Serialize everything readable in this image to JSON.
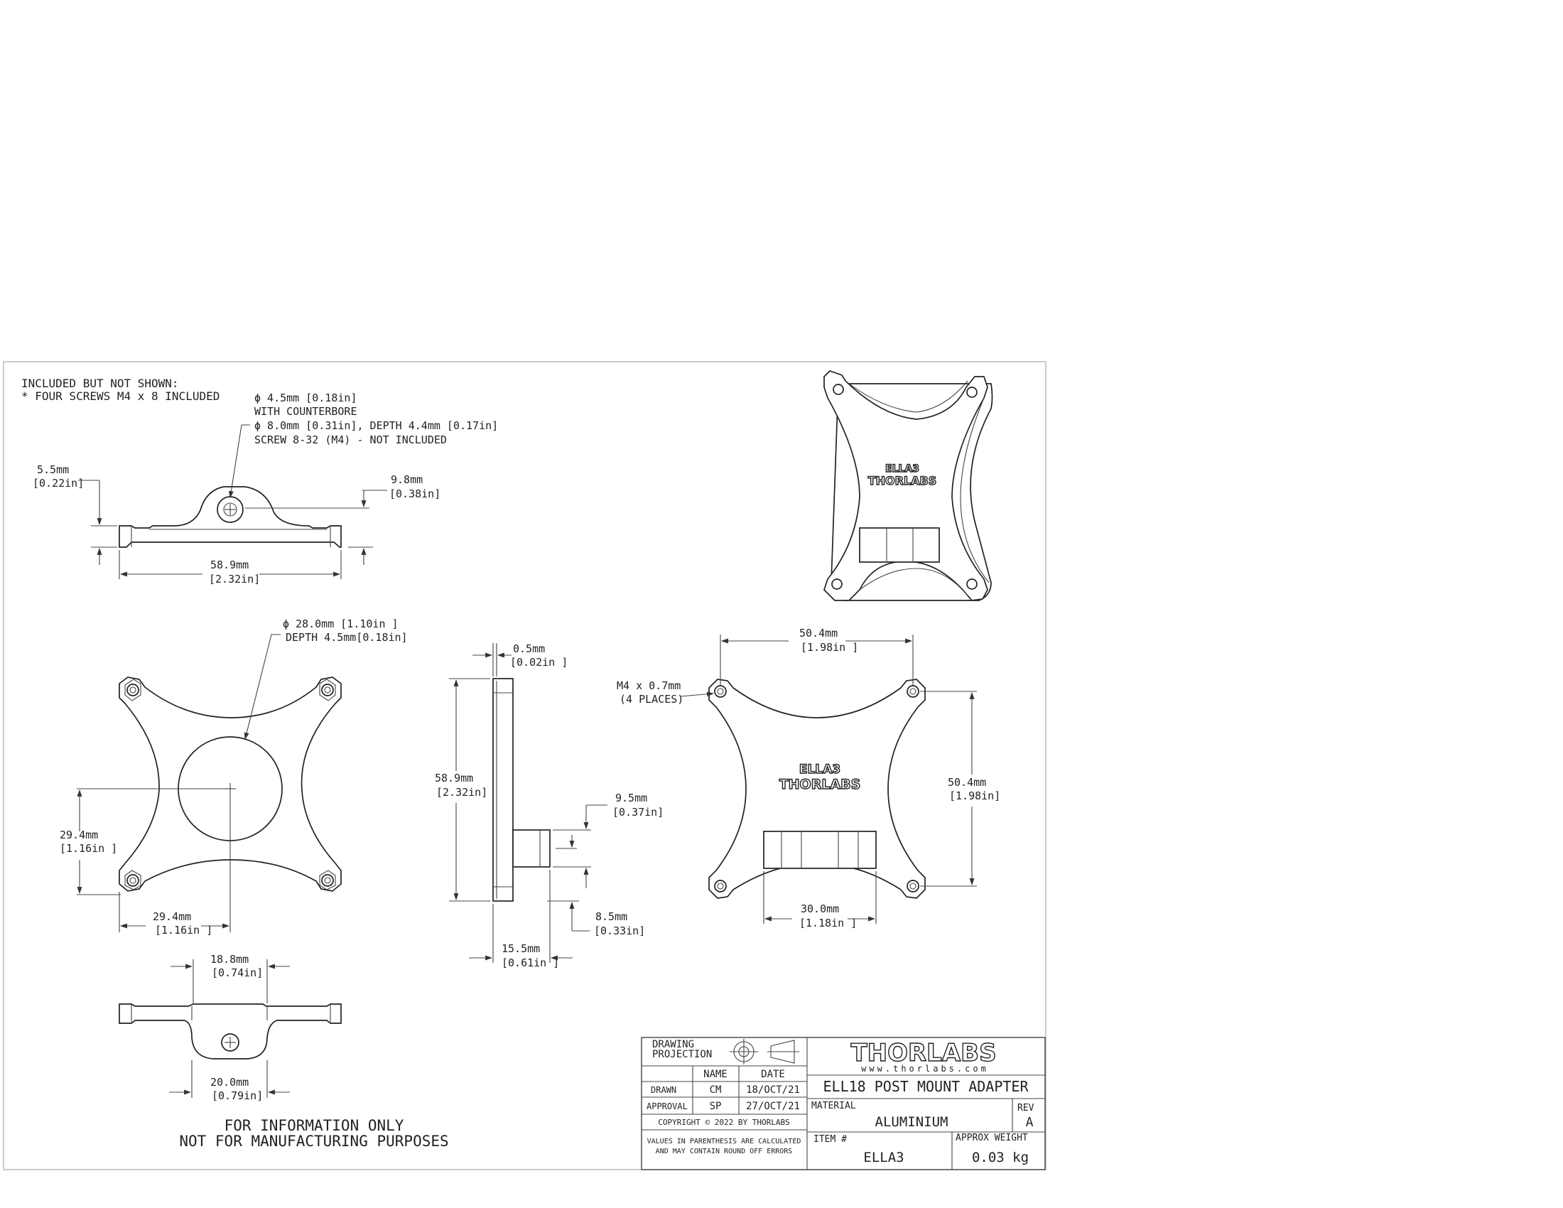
{
  "notes": {
    "included_header": "INCLUDED BUT NOT SHOWN:",
    "included_item": "*      FOUR SCREWS M4 x 8 INCLUDED",
    "bore_line1": "ϕ  4.5mm [0.18in]",
    "bore_line2": "WITH COUNTERBORE",
    "bore_line3": "ϕ  8.0mm  [0.31in], DEPTH  4.4mm [0.17in]",
    "bore_line4": "SCREW 8-32 (M4) - NOT INCLUDED",
    "recess_line1": "ϕ 28.0mm  [1.10in ]",
    "recess_line2": "DEPTH  4.5mm[0.18in]",
    "thread_line1": "M4 x 0.7mm",
    "thread_line2": "(4 PLACES)",
    "info_line1": "FOR INFORMATION ONLY",
    "info_line2": "NOT FOR MANUFACTURING PURPOSES"
  },
  "dimensions": {
    "d_5_5": {
      "mm": "5.5mm",
      "in": "[0.22in]"
    },
    "d_9_8": {
      "mm": "9.8mm",
      "in": "[0.38in]"
    },
    "d_58_9_top": {
      "mm": "58.9mm",
      "in": "[2.32in]"
    },
    "d_29_4_v": {
      "mm": "29.4mm",
      "in": "[1.16in ]"
    },
    "d_29_4_h": {
      "mm": "29.4mm",
      "in": "[1.16in ]"
    },
    "d_18_8": {
      "mm": "18.8mm",
      "in": "[0.74in]"
    },
    "d_20_0": {
      "mm": "20.0mm",
      "in": "[0.79in]"
    },
    "d_0_5": {
      "mm": "0.5mm",
      "in": "[0.02in ]"
    },
    "d_58_9_side": {
      "mm": "58.9mm",
      "in": "[2.32in]"
    },
    "d_9_5": {
      "mm": "9.5mm",
      "in": "[0.37in]"
    },
    "d_8_5": {
      "mm": "8.5mm",
      "in": "[0.33in]"
    },
    "d_15_5": {
      "mm": "15.5mm",
      "in": "[0.61in ]"
    },
    "d_50_4_h": {
      "mm": "50.4mm",
      "in": "[1.98in ]"
    },
    "d_50_4_v": {
      "mm": "50.4mm",
      "in": "[1.98in]"
    },
    "d_30_0": {
      "mm": "30.0mm",
      "in": "[1.18in ]"
    }
  },
  "part_engraving": {
    "item": "ELLA3",
    "brand": "THORLABS"
  },
  "title_block": {
    "projection_label_1": "DRAWING",
    "projection_label_2": "PROJECTION",
    "col_name": "NAME",
    "col_date": "DATE",
    "row1_label": "DRAWN",
    "row1_name": "CM",
    "row1_date": "18/OCT/21",
    "row2_label": "APPROVAL",
    "row2_name": "SP",
    "row2_date": "27/OCT/21",
    "copyright": "COPYRIGHT  ©  2022 BY  THORLABS",
    "disclaimer_1": "VALUES IN PARENTHESIS ARE CALCULATED",
    "disclaimer_2": "AND MAY CONTAIN ROUND OFF ERRORS",
    "logo": "THORLABS",
    "website": "www.thorlabs.com",
    "title": "ELL18 POST MOUNT ADAPTER",
    "material_label": "MATERIAL",
    "material": "ALUMINIUM",
    "rev_label": "REV",
    "rev": "A",
    "item_label": "ITEM #",
    "item": "ELLA3",
    "weight_label": "APPROX WEIGHT",
    "weight": "0.03  kg"
  }
}
